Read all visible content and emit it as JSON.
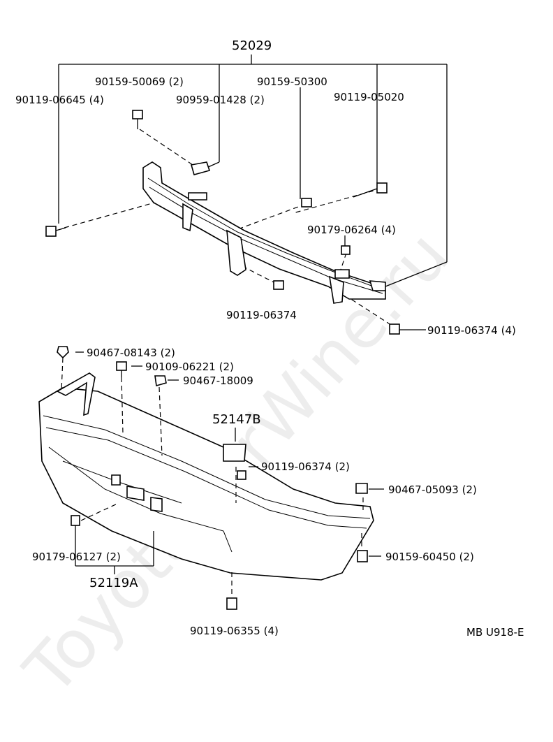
{
  "watermark": "ToyotaCarWine.ru",
  "diagram_code": "MB U918-E",
  "groups": {
    "reinforcement": "52029",
    "bumper_cover": "52119A",
    "retainer": "52147B"
  },
  "parts": {
    "p1": "90159-50069 (2)",
    "p2": "90119-06645 (4)",
    "p3": "90959-01428 (2)",
    "p4": "90159-50300",
    "p5": "90119-05020",
    "p6": "90179-06264 (4)",
    "p7": "90119-06374",
    "p8": "90119-06374 (4)",
    "p9": "90467-08143 (2)",
    "p10": "90109-06221 (2)",
    "p11": "90467-18009",
    "p12": "90119-06374 (2)",
    "p13": "90467-05093 (2)",
    "p14": "90179-06127 (2)",
    "p15": "90159-60450 (2)",
    "p16": "90119-06355 (4)"
  }
}
